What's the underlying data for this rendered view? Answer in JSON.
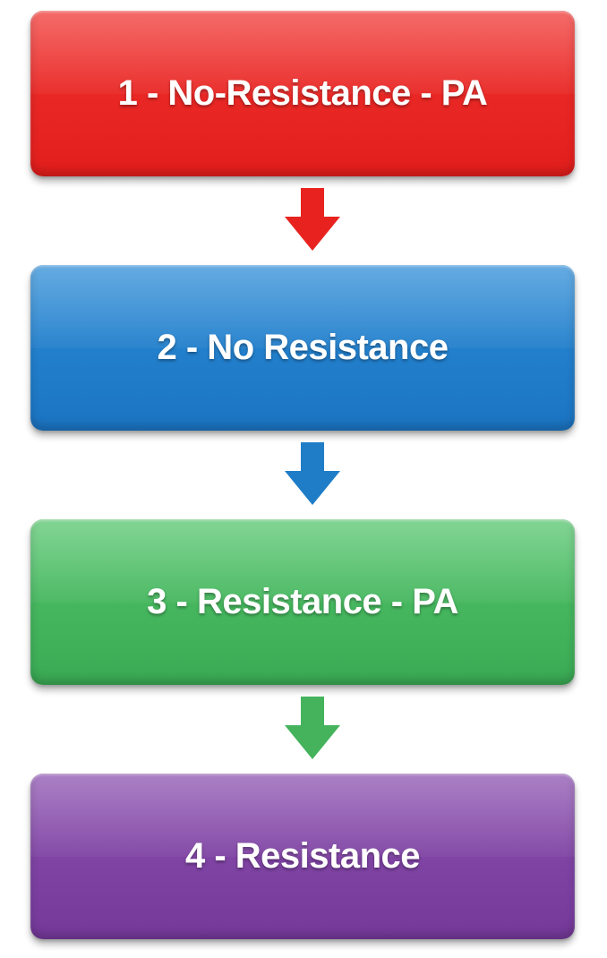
{
  "steps": [
    {
      "label": "1 - No-Resistance - PA",
      "color": "#e8231f"
    },
    {
      "label": "2 - No Resistance",
      "color": "#1f7dc8"
    },
    {
      "label": "3 - Resistance - PA",
      "color": "#44b35c"
    },
    {
      "label": "4 - Resistance",
      "color": "#7b40a0"
    }
  ],
  "arrows": [
    {
      "color": "#e8231f"
    },
    {
      "color": "#1f7dc8"
    },
    {
      "color": "#44b35c"
    }
  ]
}
